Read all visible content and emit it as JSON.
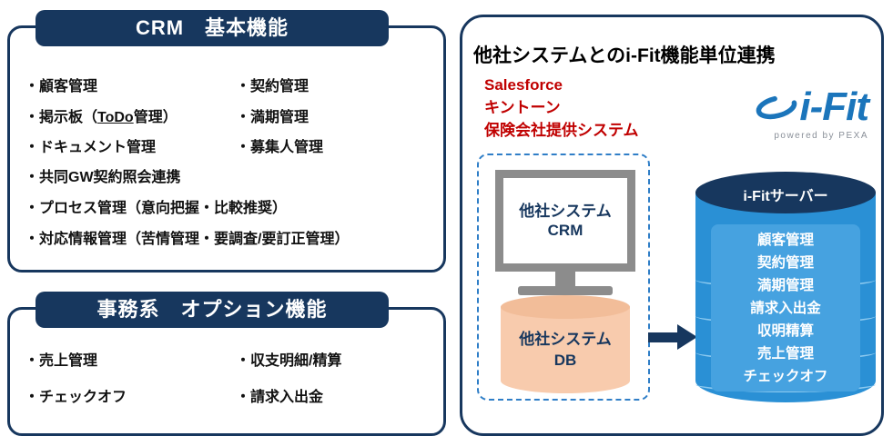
{
  "colors": {
    "navy": "#17375e",
    "red": "#c00000",
    "logo_blue": "#1b75bb",
    "dashed_blue": "#2f7ec7",
    "server_blue": "#2a90d5",
    "db_peach": "#f8cbad"
  },
  "crm_box": {
    "title": "CRM　基本機能",
    "col1": [
      "・顧客管理",
      {
        "prefix": "・掲示板（",
        "underlined": "ToDo",
        "suffix": "管理）"
      },
      "・ドキュメント管理",
      "・共同GW契約照会連携",
      "・プロセス管理（意向把握・比較推奨）",
      "・対応情報管理（苦情管理・要調査/要訂正管理）"
    ],
    "col2": [
      "・契約管理",
      "・満期管理",
      "・募集人管理"
    ]
  },
  "option_box": {
    "title": "事務系　オプション機能",
    "col1": [
      "・売上管理",
      "・チェックオフ"
    ],
    "col2": [
      "・収支明細/精算",
      "・請求入出金"
    ]
  },
  "integration": {
    "title": "他社システムとのi-Fit機能単位連携",
    "external_systems": [
      "Salesforce",
      "キントーン",
      "保険会社提供システム"
    ],
    "logo": {
      "text": "i-Fit",
      "tagline": "powered by PEXA"
    },
    "monitor": {
      "line1": "他社システム",
      "line2": "CRM"
    },
    "db": {
      "line1": "他社システム",
      "line2": "DB"
    },
    "server": {
      "title": "i-Fitサーバー",
      "services": [
        "顧客管理",
        "契約管理",
        "満期管理",
        "請求入出金",
        "収明精算",
        "売上管理",
        "チェックオフ"
      ]
    }
  }
}
